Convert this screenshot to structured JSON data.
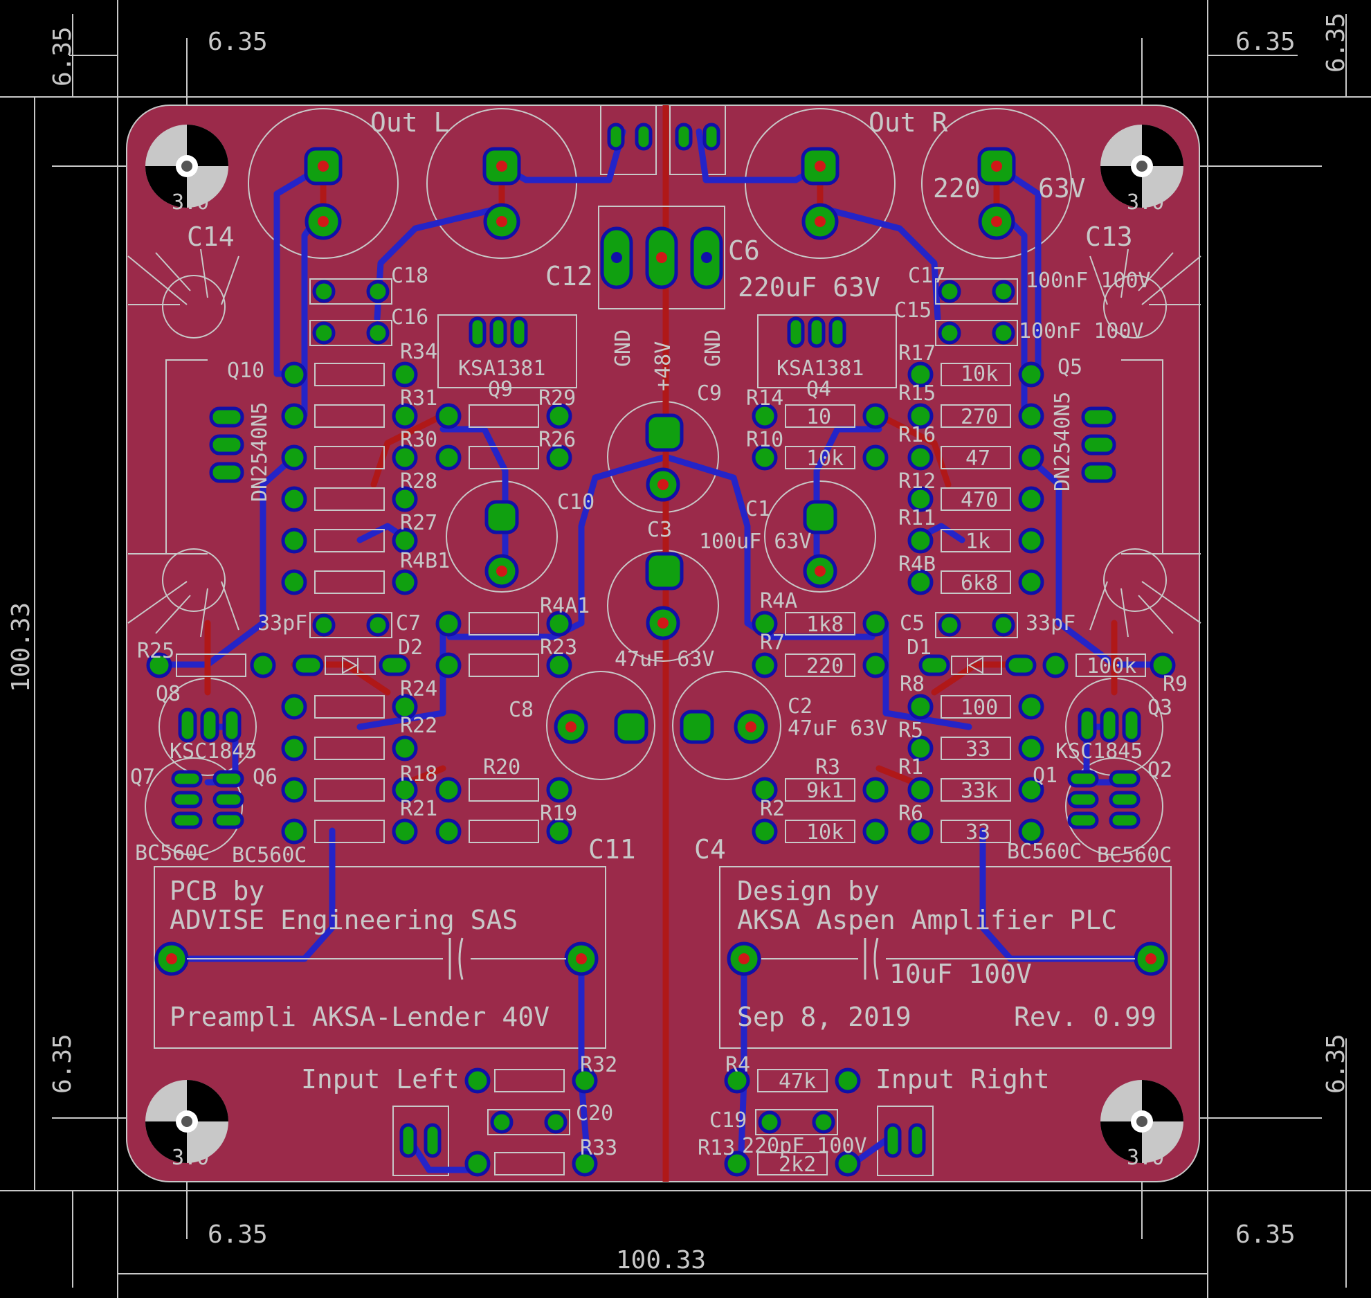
{
  "board": {
    "colors": {
      "background": "#000000",
      "board": "#9b2a4a",
      "top_copper": "#b01818",
      "bottom_copper": "#2424c8",
      "pad": "#10a010",
      "silk": "#c8c8c8"
    },
    "dimensions": {
      "width": "100.33",
      "height": "100.33",
      "corner": "6.35",
      "hole": "3.0"
    }
  },
  "titles": {
    "out_left": "Out L",
    "out_right": "Out R",
    "input_left": "Input Left",
    "input_right": "Input Right",
    "power": {
      "gnd1": "GND",
      "v48": "+48V",
      "gnd2": "GND"
    }
  },
  "text_blocks": {
    "left": {
      "line1": "PCB by",
      "line2": "ADVISE Engineering SAS",
      "line3": "Preampli AKSA-Lender 40V"
    },
    "right": {
      "line1": "Design by",
      "line2": "AKSA Aspen Amplifier PLC",
      "line3": "Sep 8, 2019",
      "line4": "Rev. 0.99"
    }
  },
  "labels": {
    "C14": "C14",
    "C13": "C13",
    "C12": "C12",
    "C6": "C6",
    "C18": "C18",
    "C16": "C16",
    "C17": "C17",
    "C15": "C15",
    "cap_220": "220uF  63V",
    "cap_220b": "220",
    "cap_63v": "63V",
    "nf100a": "100nF  100V",
    "nf100b": "100nF  100V",
    "ksa_l": "KSA1381",
    "ksa_r": "KSA1381",
    "Q9": "Q9",
    "Q4": "Q4",
    "Q10": "Q10",
    "Q5": "Q5",
    "dn_l": "DN2540N5",
    "dn_r": "DN2540N5",
    "R34": "R34",
    "R31": "R31",
    "R30": "R30",
    "R29": "R29",
    "R26": "R26",
    "R28": "R28",
    "R27": "R27",
    "R4B1": "R4B1",
    "R4A1": "R4A1",
    "R23": "R23",
    "R24": "R24",
    "R22": "R22",
    "R18": "R18",
    "R20": "R20",
    "R21": "R21",
    "R19": "R19",
    "R25": "R25",
    "C7": "C7",
    "D2": "D2",
    "pf33l": "33pF",
    "pf33r": "33pF",
    "C9": "C9",
    "C10": "C10",
    "C3": "C3",
    "C1": "C1",
    "uf100": "100uF  63V",
    "uf47a": "47uF  63V",
    "C8": "C8",
    "C2": "C2",
    "uf47b": "47uF  63V",
    "R17": "R17",
    "R14": "R14",
    "R15": "R15",
    "R10": "R10",
    "R16": "R16",
    "R12": "R12",
    "R11": "R11",
    "R4B": "R4B",
    "R4A": "R4A",
    "C5": "C5",
    "R7": "R7",
    "D1": "D1",
    "R8": "R8",
    "R5": "R5",
    "R3": "R3",
    "R1": "R1",
    "R2": "R2",
    "R6": "R6",
    "R9": "R9",
    "Q8": "Q8",
    "Q7": "Q7",
    "Q6": "Q6",
    "Q3": "Q3",
    "Q1": "Q1",
    "Q2": "Q2",
    "ksc_l": "KSC1845",
    "ksc_r": "KSC1845",
    "bc1": "BC560C",
    "bc2": "BC560C",
    "bc3": "BC560C",
    "bc4": "BC560C",
    "C11": "C11",
    "C4": "C4",
    "uf10": "10uF  100V",
    "R32": "R32",
    "C20": "C20",
    "R33": "R33",
    "R4": "R4",
    "C19": "C19",
    "R13": "R13",
    "pf220": "220pF  100V"
  },
  "values": {
    "v10k": "10k",
    "v270": "270",
    "v47": "47",
    "v470": "470",
    "v1k": "1k",
    "v6k8": "6k8",
    "v10": "10",
    "v10k2": "10k",
    "v1k8": "1k8",
    "v220": "220",
    "v100k": "100k",
    "v100": "100",
    "v33": "33",
    "v33k": "33k",
    "v33b": "33",
    "v9k1": "9k1",
    "v10k3": "10k",
    "v47k": "47k",
    "v2k2": "2k2"
  }
}
